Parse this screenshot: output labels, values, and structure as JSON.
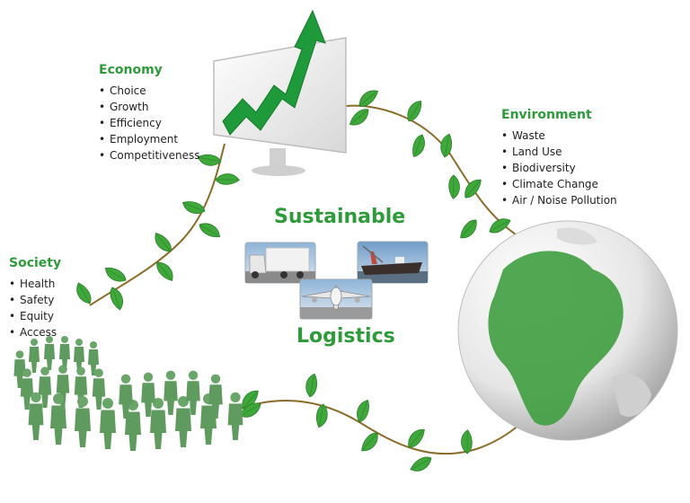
{
  "colors": {
    "heading_green": "#2e9b3a",
    "leaf_green": "#3fa83a",
    "leaf_dark": "#2a7f2a",
    "vine": "#8a6b2a",
    "people_green": "#5f9a5f",
    "globe_land": "#3f9f3f",
    "globe_light": "#dadada"
  },
  "economy": {
    "heading": "Economy",
    "items": [
      "Choice",
      "Growth",
      "Efficiency",
      "Employment",
      "Competitiveness"
    ]
  },
  "environment": {
    "heading": "Environment",
    "items": [
      "Waste",
      "Land Use",
      "Biodiversity",
      "Climate Change",
      "Air / Noise Pollution"
    ]
  },
  "society": {
    "heading": "Society",
    "items": [
      "Health",
      "Safety",
      "Equity",
      "Access"
    ]
  },
  "center": {
    "title_top": "Sustainable",
    "title_bottom": "Logistics"
  },
  "icons": [
    "growth-chart-icon",
    "truck-icon",
    "ship-icon",
    "airplane-icon",
    "globe-icon",
    "people-crowd-icon",
    "leaf-vine-icon"
  ]
}
